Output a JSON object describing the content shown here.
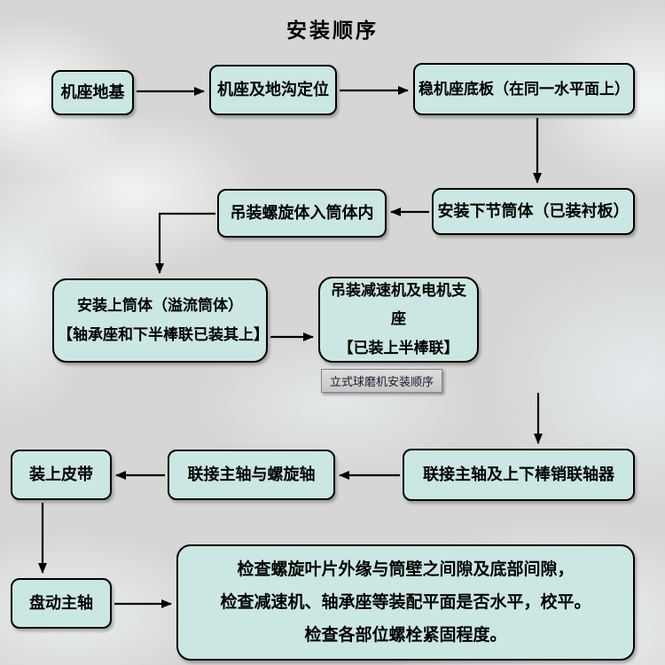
{
  "title": "安装顺序",
  "tooltip": {
    "label": "立式球磨机安装顺序"
  },
  "nodes": {
    "foundation": "机座地基",
    "positioning": "机座及地沟定位",
    "baseplate": "稳机座底板（在同一水平面上）",
    "lower_cylinder": "安装下节筒体（已装衬板）",
    "hoist_spiral": "吊装螺旋体入筒体内",
    "upper_cylinder": "安装上筒体（溢流筒体）\n【轴承座和下半棒联已装其上】",
    "reducer_support": "吊装减速机及电机支座\n【已装上半棒联】",
    "pin_couplings": "联接主轴及上下棒销联轴器",
    "connect_spiral_shaft": "联接主轴与螺旋轴",
    "install_belt": "装上皮带",
    "turn_main_shaft": "盘动主轴",
    "final_inspection": "检查螺旋叶片外缘与筒壁之间隙及底部间隙，\n检查减速机、轴承座等装配平面是否水平，校平。\n检查各部位螺栓紧固程度。"
  },
  "colors": {
    "node_fill": "#cbe7e3",
    "node_border": "#000000",
    "background": "#d6d6d4",
    "arrow": "#000000"
  }
}
